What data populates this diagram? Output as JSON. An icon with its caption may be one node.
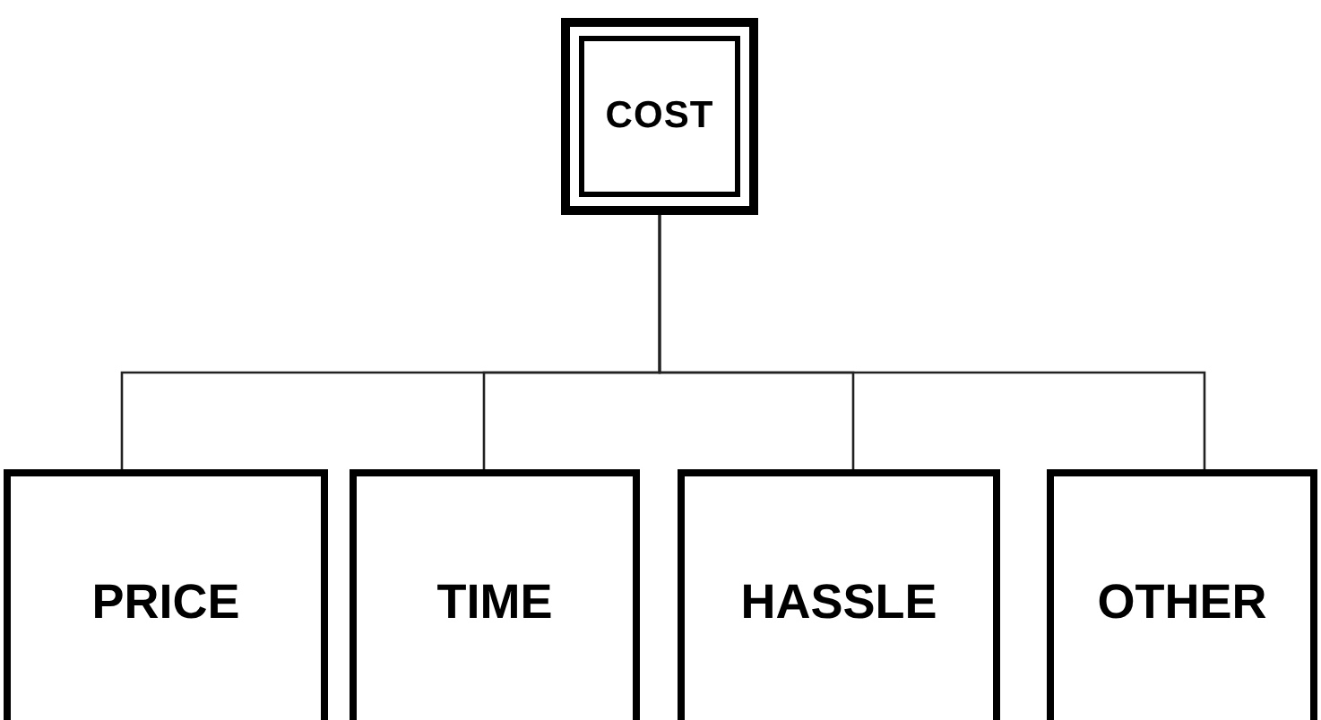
{
  "diagram": {
    "nodes": [
      {
        "text": [
          "COST"
        ]
      },
      {
        "text": [
          "PRICE"
        ]
      },
      {
        "text": [
          "TIME"
        ]
      },
      {
        "text": [
          "HASSLE"
        ]
      },
      {
        "text": [
          "OTHER"
        ]
      }
    ],
    "edges": [
      {
        "from": 0,
        "to": 1,
        "arrow": "none"
      },
      {
        "from": 0,
        "to": 2,
        "arrow": "none"
      },
      {
        "from": 0,
        "to": 3,
        "arrow": "none"
      },
      {
        "from": 0,
        "to": 4,
        "arrow": "none"
      }
    ]
  }
}
